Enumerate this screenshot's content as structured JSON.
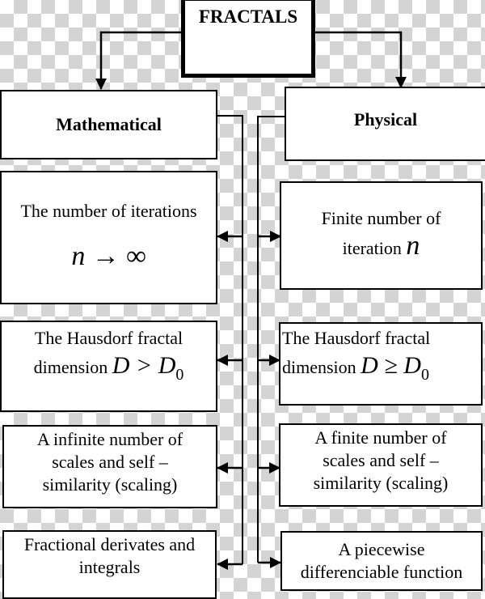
{
  "diagram": {
    "root": {
      "label": "FRACTALS"
    },
    "left": {
      "heading": "Mathematical",
      "items": [
        {
          "line1": "The number of iterations",
          "math": "n → ∞"
        },
        {
          "line1": "The Hausdorf fractal",
          "line2": "dimension",
          "math": "D > D",
          "math_sub": "0"
        },
        {
          "line1": "A infinite number of",
          "line2": "scales and self –",
          "line3": "similarity (scaling)"
        },
        {
          "line1": "Fractional derivates and",
          "line2": "integrals"
        }
      ]
    },
    "right": {
      "heading": "Physical",
      "items": [
        {
          "line1": "Finite number of",
          "line2": "iteration",
          "math": "n"
        },
        {
          "line1": "The Hausdorf fractal",
          "line2": "dimension",
          "math": "D ≥ D",
          "math_sub": "0"
        },
        {
          "line1": "A finite number of",
          "line2": "scales and self –",
          "line3": "similarity (scaling)"
        },
        {
          "line1": "A piecewise",
          "line2": "differenciable function"
        }
      ]
    },
    "colors": {
      "line": "#000000",
      "box_fill": "#ffffff",
      "checker": "#d4d4d4"
    }
  }
}
